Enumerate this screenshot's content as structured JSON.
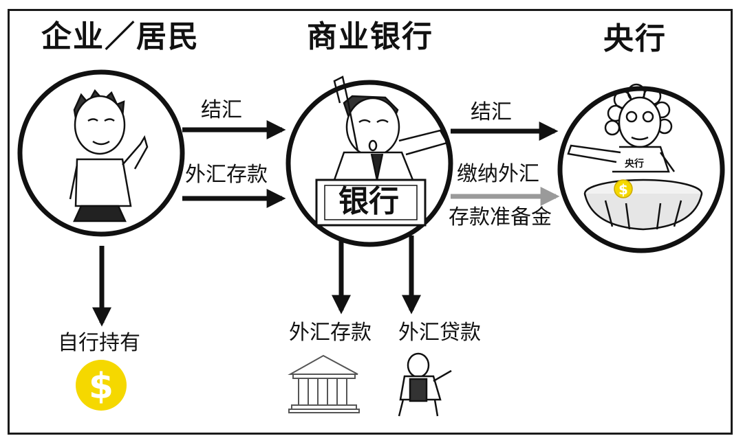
{
  "headers": {
    "enterprise": "企业／居民",
    "commercial_bank": "商业银行",
    "central_bank": "央行"
  },
  "arrows": {
    "settlement_1": "结汇",
    "fx_deposit_1": "外汇存款",
    "settlement_2": "结汇",
    "reserve_line1": "缴纳外汇",
    "reserve_line2": "存款准备金"
  },
  "outputs": {
    "self_hold": "自行持有",
    "fx_deposit": "外汇存款",
    "fx_loan": "外汇贷款"
  },
  "bank_sign": "银行",
  "central_bank_tag": "央行",
  "icons": {
    "coin": "dollar-coin-icon",
    "building": "bank-building-icon"
  },
  "colors": {
    "coin": "#f5d800",
    "grey_arrow": "#9a9a9a",
    "ink": "#111111"
  }
}
